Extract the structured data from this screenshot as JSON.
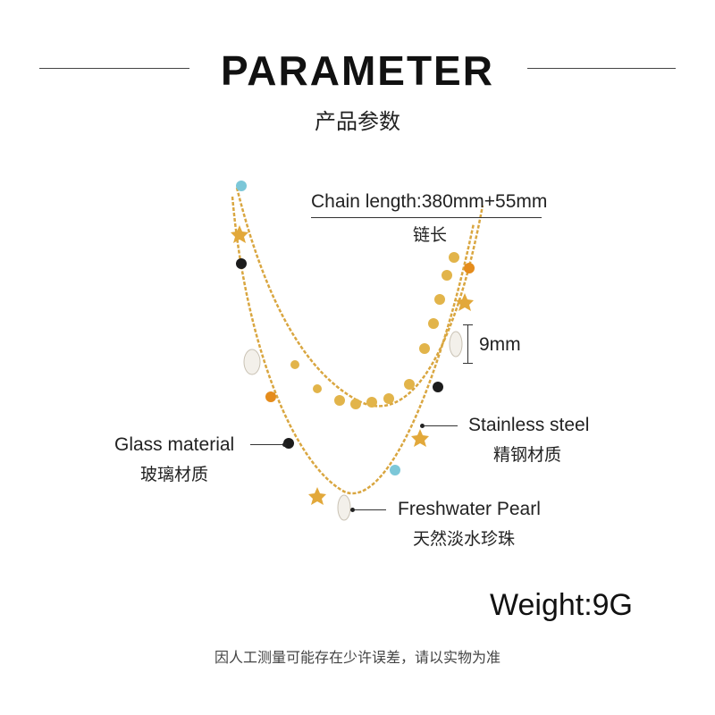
{
  "header": {
    "title": "PARAMETER",
    "subtitle": "产品参数"
  },
  "specs": {
    "chain_length": {
      "en": "Chain length:380mm+55mm",
      "cn": "链长"
    },
    "pendant_size": {
      "en": "9mm"
    },
    "stainless": {
      "en": "Stainless steel",
      "cn": "精钢材质"
    },
    "glass": {
      "en": "Glass material",
      "cn": "玻璃材质"
    },
    "pearl": {
      "en": "Freshwater Pearl",
      "cn": "天然淡水珍珠"
    }
  },
  "weight": "Weight:9G",
  "disclaimer": "因人工测量可能存在少许误差，请以实物为准",
  "colors": {
    "gold": "#d9a640",
    "black_bead": "#1c1c1c",
    "orange_bead": "#e58c1c",
    "blue_bead": "#7cc7d8",
    "pearl": "#f3f0ea"
  }
}
